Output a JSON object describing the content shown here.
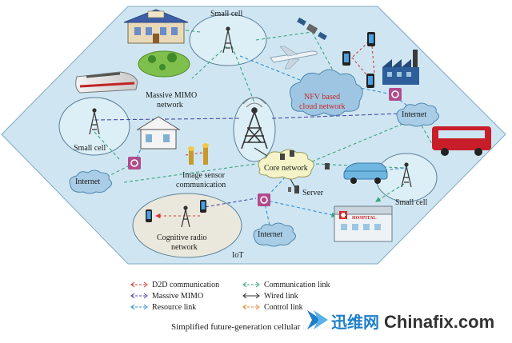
{
  "diagram": {
    "caption": "Simplified future-generation cellular network",
    "labels": {
      "small_cell_top": "Small cell",
      "massive_mimo": "Massive MIMO",
      "massive_mimo_2": "network",
      "small_cell_left": "Small cell",
      "nfv_cloud_1": "NFV based",
      "nfv_cloud_2": "cloud network",
      "internet_right": "Internet",
      "core_network": "Core network",
      "image_sensor_1": "Image sensor",
      "image_sensor_2": "communication",
      "server": "Server",
      "internet_left": "Internet",
      "small_cell_right": "Small cell",
      "cognitive_1": "Cognitive radio",
      "cognitive_2": "network",
      "internet_bottom": "Internet",
      "iot": "IoT",
      "hospital_sign": "HOSPITAL"
    },
    "legend": {
      "d2d": "D2D communication",
      "massive_mimo": "Massive MIMO",
      "resource_link": "Resource link",
      "communication_link": "Communication link",
      "wired_link": "Wired link",
      "control_link": "Control link"
    },
    "colors": {
      "background_fill": "#cfe6f2",
      "cell_fill": "#dceef6",
      "cloud_fill": "#a9cde6",
      "nfv_cloud_fill": "#9ec6e2",
      "d2d": "#d23b3b",
      "massive_mimo": "#4a4aa8",
      "resource": "#2d8fd0",
      "communication": "#3aa37a",
      "wired": "#333333",
      "control": "#e0892b",
      "hub_purple": "#b04c8c"
    }
  },
  "watermark": {
    "brand_cn": "迅维网",
    "brand_en": "Chinafix.com"
  }
}
